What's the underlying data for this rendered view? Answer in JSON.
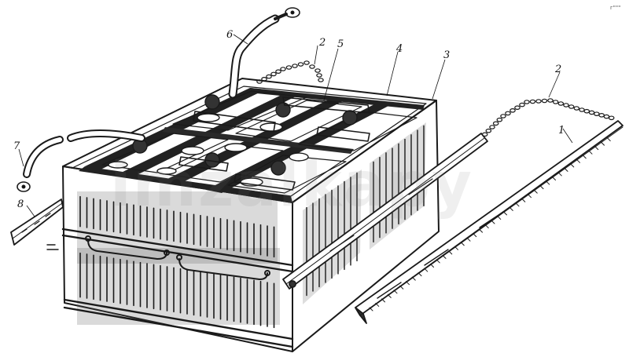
{
  "figure": {
    "callouts": [
      {
        "id": "c1",
        "label": "1"
      },
      {
        "id": "c2a",
        "label": "2"
      },
      {
        "id": "c2b",
        "label": "2"
      },
      {
        "id": "c3",
        "label": "3"
      },
      {
        "id": "c4",
        "label": "4"
      },
      {
        "id": "c5",
        "label": "5"
      },
      {
        "id": "c6",
        "label": "6"
      },
      {
        "id": "c7",
        "label": "7"
      },
      {
        "id": "c8",
        "label": "8"
      }
    ],
    "watermark": "imzalkapy",
    "corner_mark": "г\"\"\""
  }
}
